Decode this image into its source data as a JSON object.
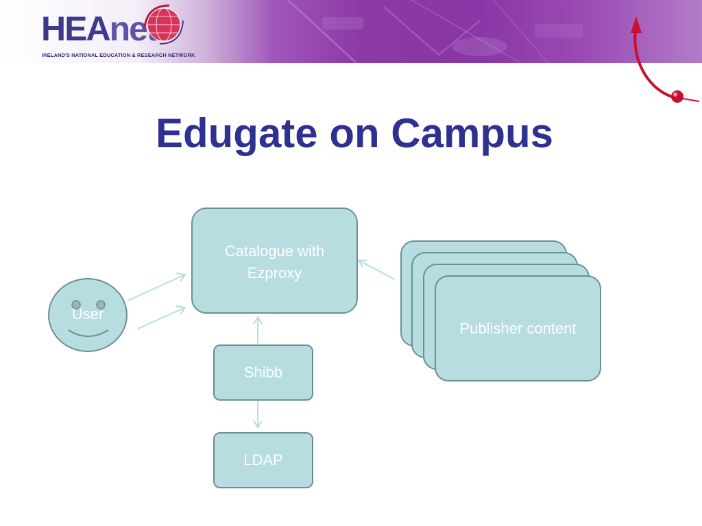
{
  "header": {
    "logo_part1": "HEA",
    "logo_part2": "net",
    "tagline": "IRELAND'S NATIONAL EDUCATION & RESEARCH NETWORK"
  },
  "slide": {
    "title": "Edugate on Campus"
  },
  "diagram": {
    "user": "User",
    "catalogue": "Catalogue with Ezproxy",
    "shibb": "Shibb",
    "ldap": "LDAP",
    "publisher": "Publisher content"
  },
  "colors": {
    "title": "#2e3192",
    "box_fill": "#b7dde0",
    "box_border": "#6c8f96",
    "box_text": "#ffffff",
    "connector": "#b7dde0",
    "header_purple": "#8c3aa8",
    "accent_red": "#c8102e"
  },
  "icons": [
    "globe-icon",
    "swoosh-arrow-icon",
    "smiley-face-icon"
  ]
}
